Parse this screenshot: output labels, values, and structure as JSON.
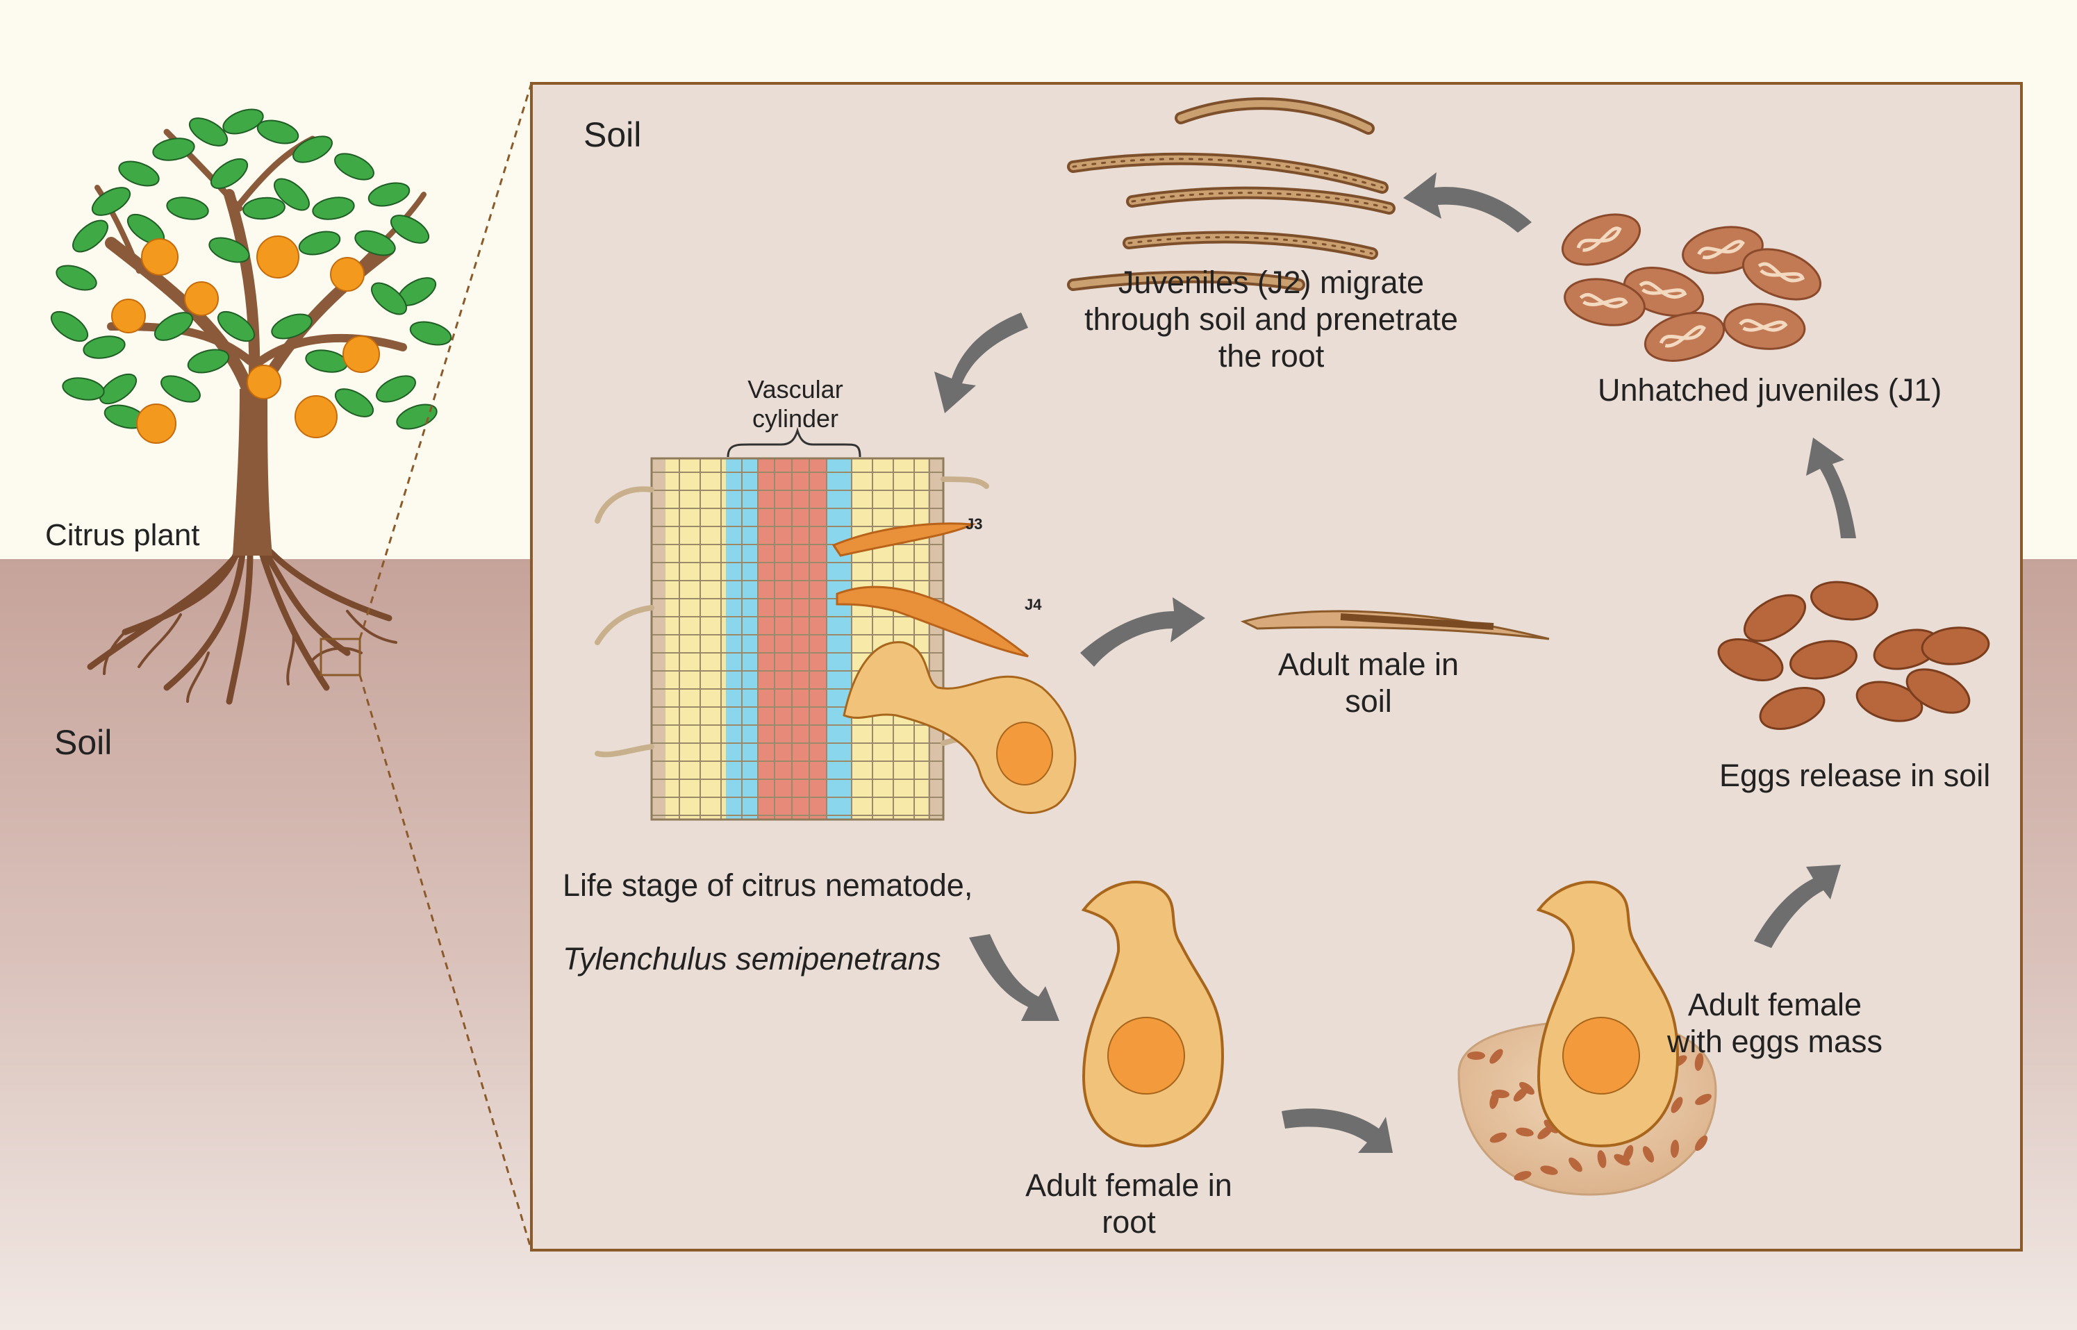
{
  "labels": {
    "citrus_plant": "Citrus plant",
    "soil_outer": "Soil",
    "soil_inset": "Soil",
    "juveniles_j2": "Juveniles (J2) migrate\nthrough soil and prenetrate\nthe root",
    "unhatched_j1": "Unhatched juveniles (J1)",
    "vascular_cylinder": "Vascular\ncylinder",
    "j3": "J3",
    "j4": "J4",
    "adult_male": "Adult male in\nsoil",
    "eggs_release": "Eggs release in soil",
    "life_stage_line1": "Life stage of citrus nematode,",
    "life_stage_line2": "Tylenchulus semipenetrans",
    "adult_female_root": "Adult female in\nroot",
    "adult_female_eggs": "Adult female\nwith eggs mass"
  },
  "colors": {
    "sky": "#fdfbf0",
    "soil_band": "#c8a49c",
    "inset_bg": "#e9ddd5",
    "inset_border": "#8b5a2b",
    "arrow": "#6e6e6e",
    "nematode": "#e8913a",
    "egg": "#b8663c",
    "cortex": "#f7eaa8",
    "xylem": "#e88a7a",
    "phloem": "#8ad6ec",
    "leaf": "#3faa45",
    "orange": "#f39a1e",
    "trunk": "#8a5a3a"
  }
}
